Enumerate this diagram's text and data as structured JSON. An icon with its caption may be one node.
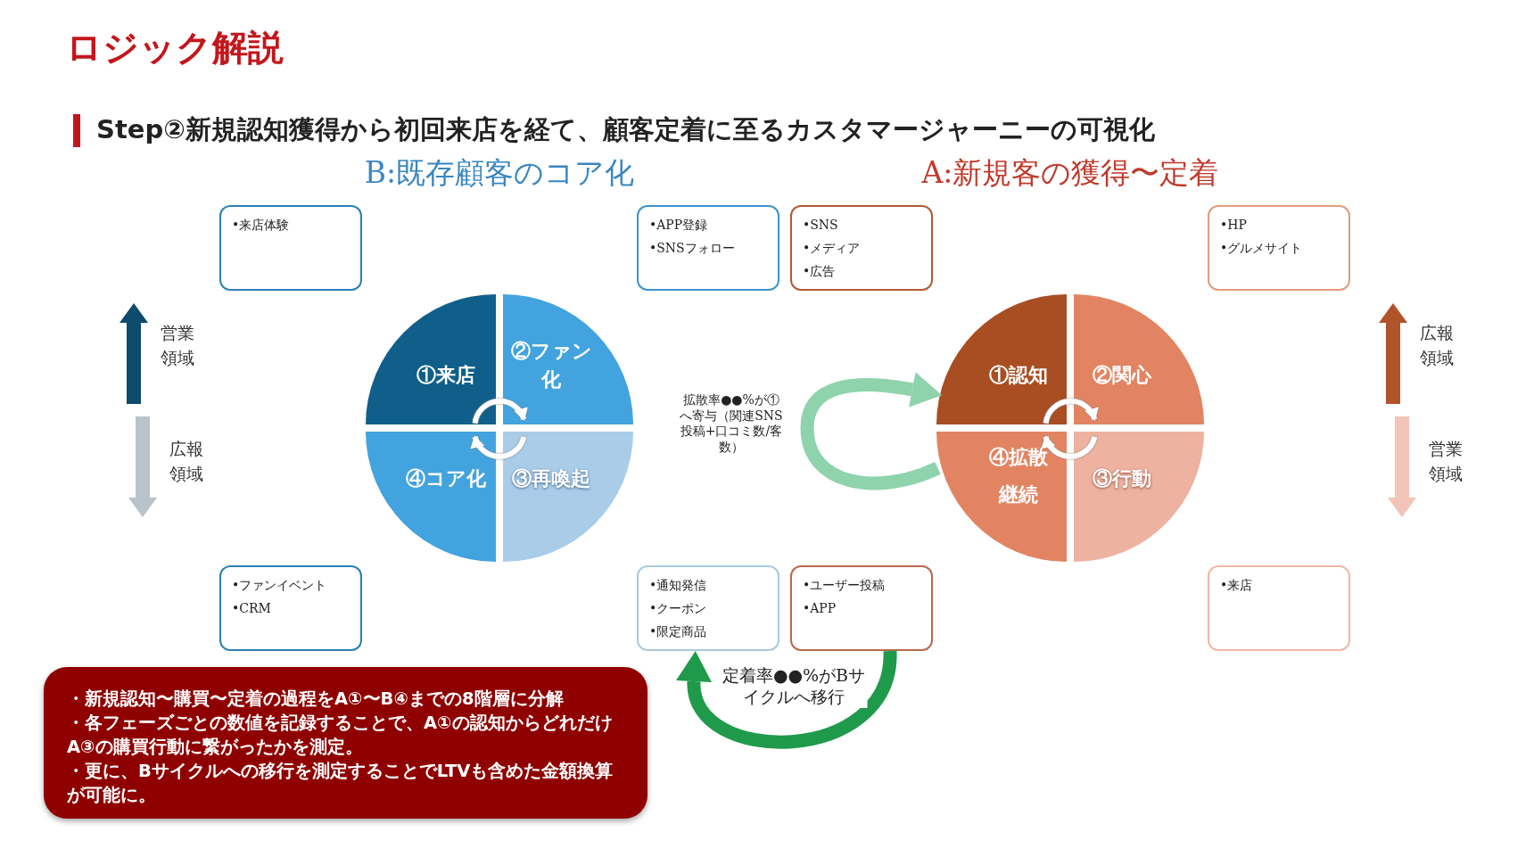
{
  "diagram": {
    "title": "ロジック解説",
    "nodes": [
      {
        "text": [
          "•来店体験"
        ]
      },
      {
        "text": [
          "•APP登録",
          "•SNSフォロー"
        ]
      },
      {
        "text": [
          "①来店"
        ]
      },
      {
        "text": [
          "②ファン化"
        ]
      },
      {
        "text": [
          "④コア化"
        ]
      },
      {
        "text": [
          "③再喚起"
        ]
      },
      {
        "text": [
          "•ファンイベント",
          "•CRM"
        ]
      },
      {
        "text": [
          "•通知発信",
          "•クーポン",
          "•限定商品"
        ]
      },
      {
        "text": [
          "•SNS",
          "•メディア",
          "•広告"
        ]
      },
      {
        "text": [
          "•HP",
          "•グルメサイト"
        ]
      },
      {
        "text": [
          "①認知"
        ]
      },
      {
        "text": [
          "②関心"
        ]
      },
      {
        "text": [
          "④拡散継続"
        ]
      },
      {
        "text": [
          "③行動"
        ]
      },
      {
        "text": [
          "•ユーザー投稿",
          "•APP"
        ]
      },
      {
        "text": [
          "•来店"
        ]
      },
      {
        "text": [
          "・新規認知〜購買〜定着の過程をA①〜B④までの8階層に分解",
          "・各フェーズごとの数値を記録することで、A①の認知からどれだけA③の購買行動に繋がったかを測定。",
          "・更に、Bサイクルへの移行を測定することでLTVも含めた金額換算が可能に。"
        ]
      }
    ],
    "edges": [
      {
        "from": 12,
        "to": 10,
        "arrow": "to",
        "label": "拡散率●●%が①へ寄与（関連SNS投稿+口コミ数/客数）",
        "style": "thick",
        "color": "#8fd3ad"
      },
      {
        "from": 14,
        "to": 7,
        "arrow": "to",
        "label": "定着率●●%がBサイクルへ移行",
        "style": "thick",
        "color": "#1f9a4b"
      },
      {
        "from": 2,
        "to": 3,
        "arrow": "to",
        "color": "#ffffff"
      },
      {
        "from": 5,
        "to": 4,
        "arrow": "to",
        "color": "#ffffff"
      },
      {
        "from": 10,
        "to": 11,
        "arrow": "to",
        "color": "#ffffff"
      },
      {
        "from": 13,
        "to": 12,
        "arrow": "to",
        "color": "#ffffff"
      }
    ],
    "labels": [
      "Step②新規認知獲得から初回来店を経て、顧客定着に至るカスタマージャーニーの可視化",
      "B:既存顧客のコア化",
      "A:新規客の獲得〜定着",
      "営業領域",
      "広報領域",
      "広報領域",
      "営業領域"
    ]
  }
}
